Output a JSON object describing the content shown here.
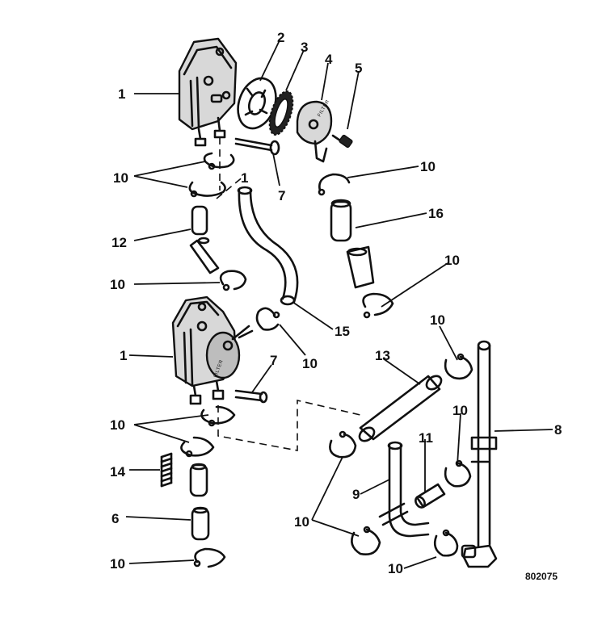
{
  "callouts": {
    "pump_upper": "1",
    "gasket": "2",
    "screen": "3",
    "filter_cover": "4",
    "cover_screw": "5",
    "hose_6": "6",
    "screw_upper": "7",
    "screw_lower": "7",
    "tube_assembly": "8",
    "hose_9": "9",
    "clip_upper_pair": "10",
    "clip_right_top": "10",
    "clip_right_mid": "10",
    "clip_left_mid": "10",
    "clip_center": "10",
    "clip_far_right": "10",
    "clip_lower_pair": "10",
    "clip_right_small": "10",
    "clip_bottom_pair": "10",
    "clip_bottom_right": "10",
    "clip_bottom_left": "10",
    "hose_11": "11",
    "hose_12": "12",
    "hose_13": "13",
    "spring": "14",
    "hose_15": "15",
    "hose_16": "16",
    "pump_lower": "1",
    "dash_label": "1"
  },
  "filter_text": "FILTER",
  "drawing_code": "802075"
}
